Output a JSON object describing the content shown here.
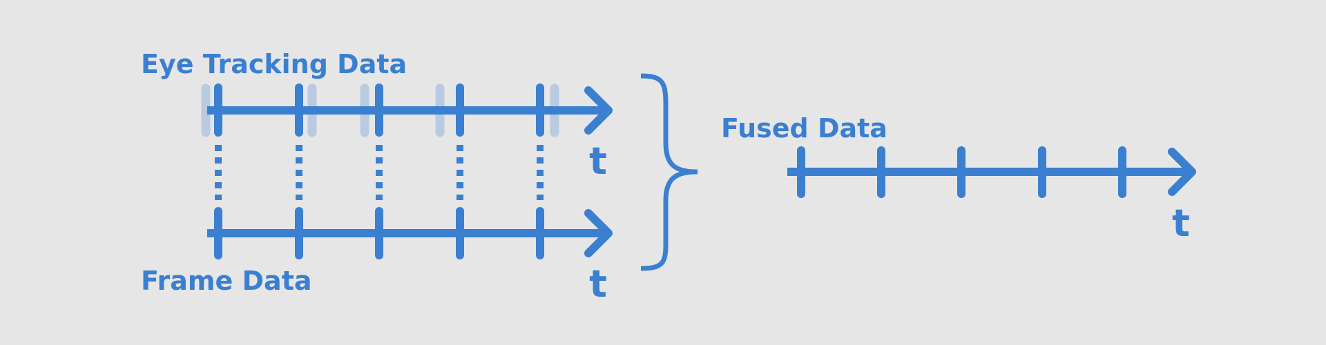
{
  "diagram": {
    "eye_tracking": {
      "label": "Eye Tracking Data",
      "axis_label": "t"
    },
    "frame": {
      "label": "Frame Data",
      "axis_label": "t"
    },
    "fused": {
      "label": "Fused Data",
      "axis_label": "t"
    },
    "colors": {
      "background": "#e6e6e6",
      "primary": "#3a7fd0",
      "faded": "#b9cbe0"
    }
  }
}
